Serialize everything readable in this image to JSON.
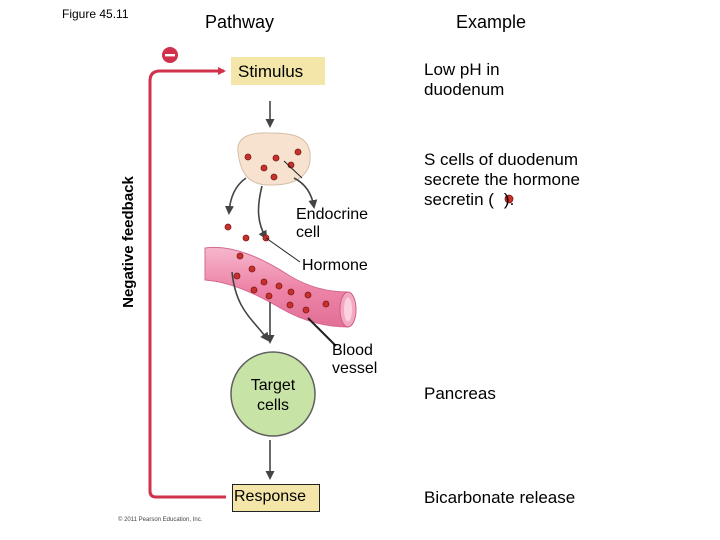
{
  "figure_label": "Figure 45.11",
  "columns": {
    "pathway": "Pathway",
    "example": "Example"
  },
  "side_label": "Negative feedback",
  "feedback_sign": "–",
  "pathway": {
    "stimulus": "Stimulus",
    "endocrine_cell": "Endocrine cell",
    "hormone": "Hormone",
    "blood_vessel": "Blood vessel",
    "target_cells": "Target cells",
    "response": "Response"
  },
  "example": {
    "stimulus": "Low pH in duodenum",
    "secretion": "S cells of duodenum secrete the hormone secretin (",
    "secretion_end": ").",
    "target": "Pancreas",
    "response": "Bicarbonate release"
  },
  "copyright": "© 2011 Pearson Education, Inc.",
  "colors": {
    "feedback_line": "#d0324b",
    "stimulus_box": "#f3e6a8",
    "target_cell": "#c8e3a6",
    "endocrine_cell": "#f6e2cf",
    "blood_vessel": "#ef8fb0",
    "hormone_dot": "#c8302c"
  }
}
